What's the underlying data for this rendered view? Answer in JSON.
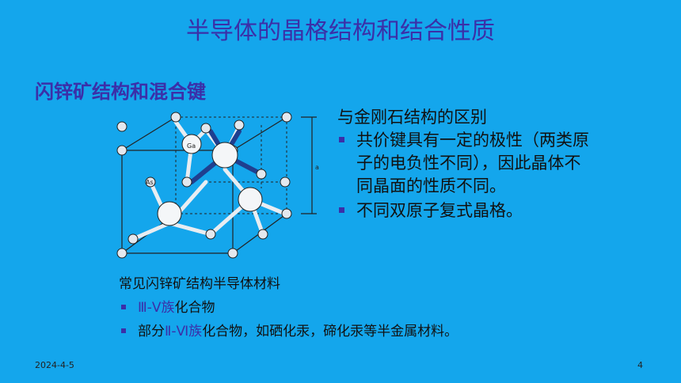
{
  "slide": {
    "title": "半导体的晶格结构和结合性质",
    "subheading": "闪锌矿结构和混合键"
  },
  "figure": {
    "label_ga": "Ga",
    "label_as": "As",
    "label_a": "a"
  },
  "right_panel": {
    "heading": "与金刚石结构的区别",
    "bullets": [
      "共价键具有一定的极性（两类原子的电负性不同），因此晶体不同晶面的性质不同。",
      "不同双原子复式晶格。"
    ]
  },
  "lower_panel": {
    "heading": "常见闪锌矿结构半导体材料",
    "item1_highlight": "Ⅲ-Ⅴ族",
    "item1_rest": "化合物",
    "item2_prefix": "部分",
    "item2_highlight": "Ⅱ-Ⅵ族",
    "item2_rest": "化合物，如硒化汞，碲化汞等半金属材料。"
  },
  "footer": {
    "date": "2024-4-5",
    "page": "4"
  },
  "colors": {
    "background": "#14a6ec",
    "title": "#3b2fa8",
    "bond_dark": "#1f3f8f"
  }
}
